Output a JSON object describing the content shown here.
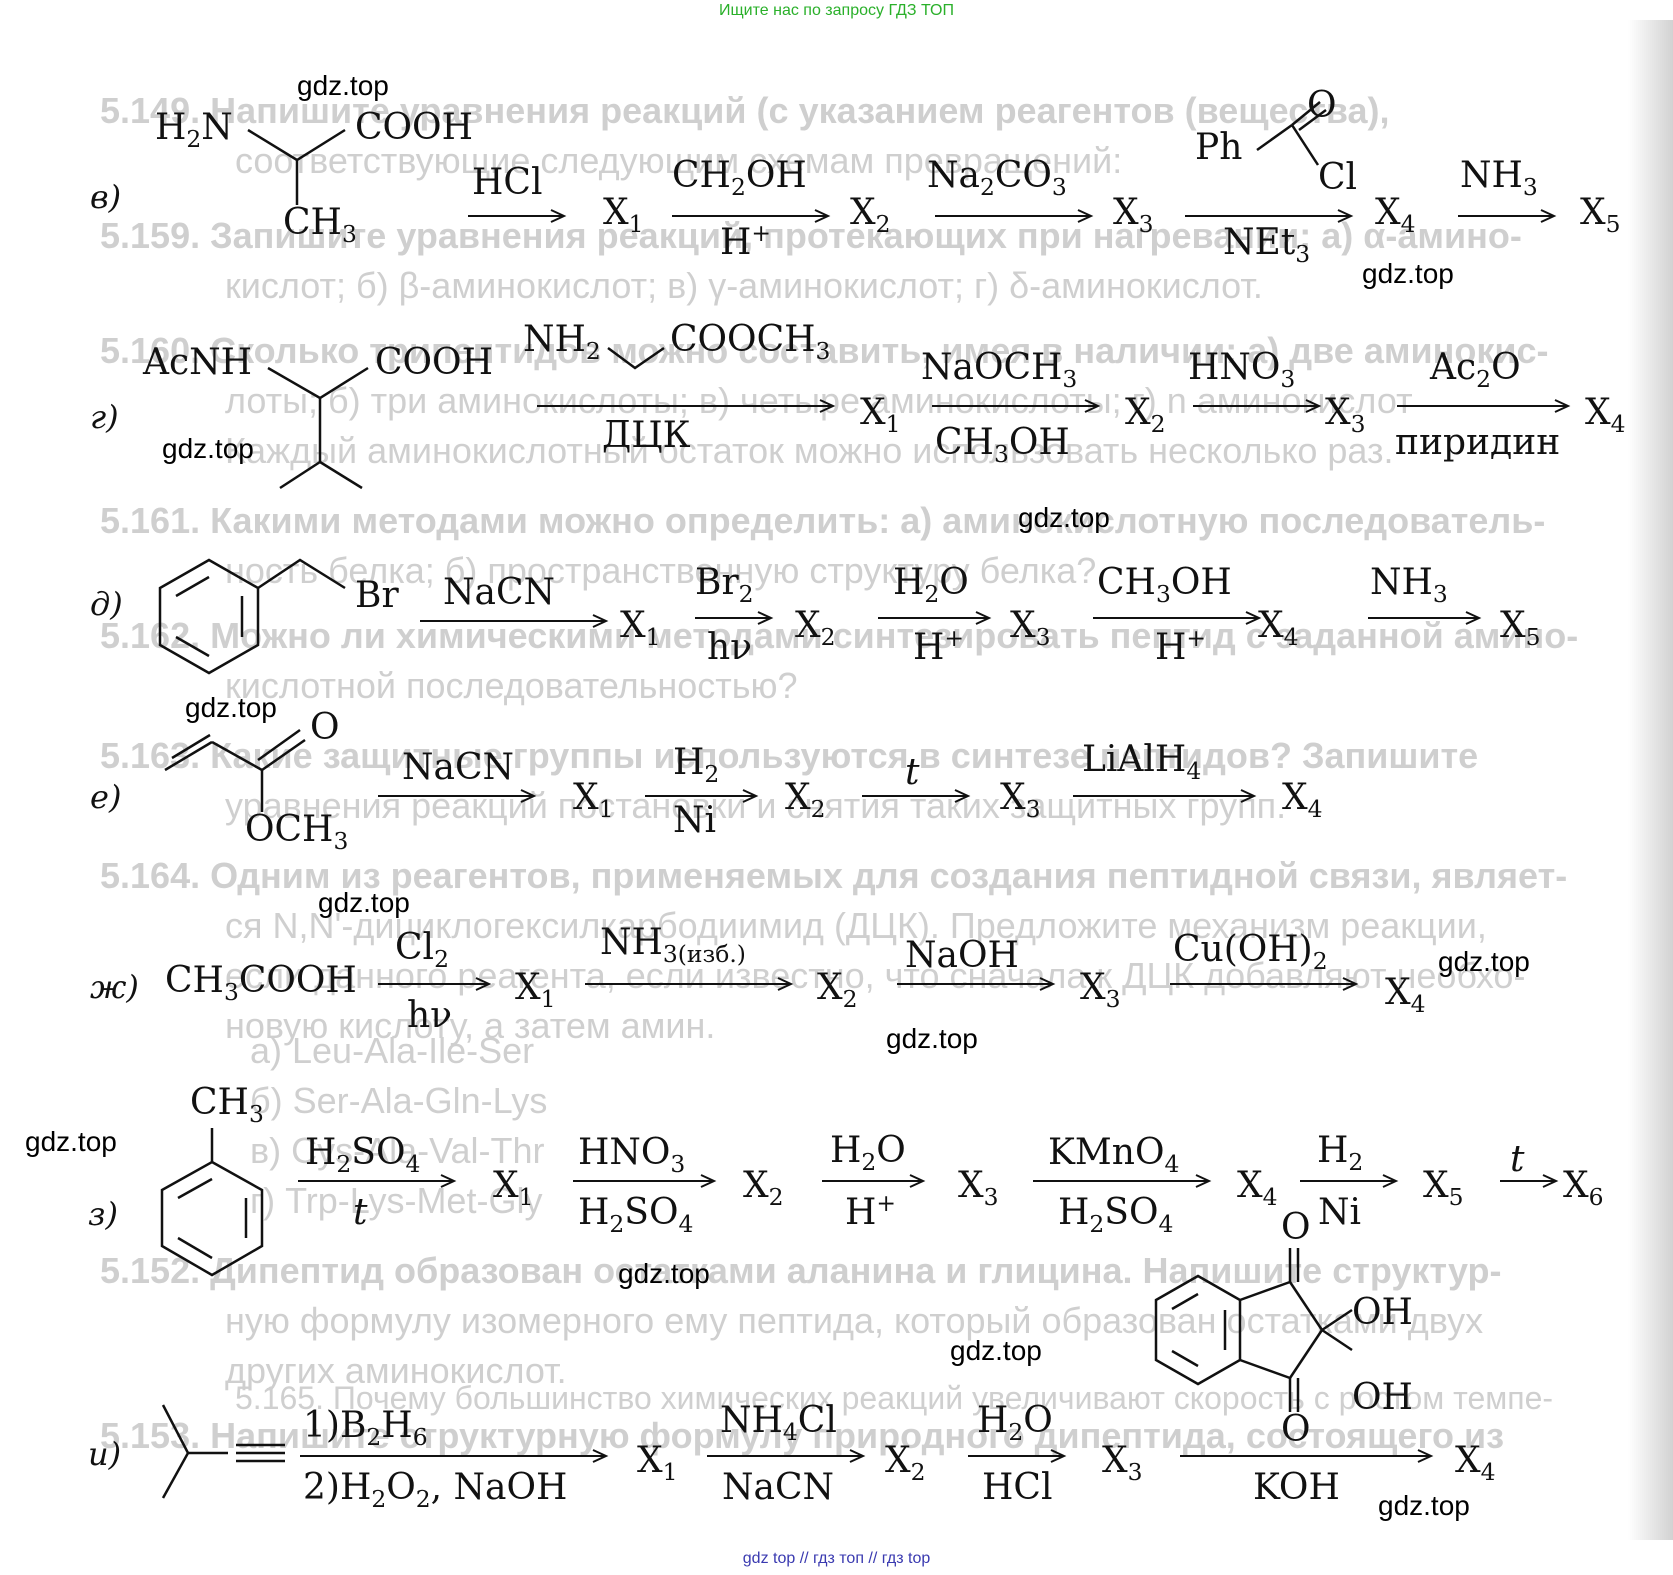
{
  "banner_top": "Ищите нас по запросу ГДЗ ТОП",
  "banner_bottom": "gdz top  //  гдз топ  //  гдз top",
  "watermark": "gdz.top",
  "background_text": [
    "5.149. Напишите уравнения реакций (с указанием реагентов (вещества),",
    "соответствующие следующим схемам превращений:",
    "5.159. Запишите уравнения реакций, протекающих при нагревании: а) α-амино-",
    "кислот; б) β-аминокислот; в) γ-аминокислот; г) δ-аминокислот.",
    "5.160. Сколько трипептидов можно составить, имея в наличии: а) две аминокис-",
    "лоты; б) три аминокислоты; в) четыре аминокислоты; г) n аминокислот",
    "Каждый аминокислотный остаток можно использовать несколько раз.",
    "5.161. Какими методами можно определить: а) аминокислотную последователь-",
    "ность белка; б) пространственную структуру белка?",
    "5.162. Можно ли химическими методами синтезировать пептид с заданной амино-",
    "кислотной последовательностью?",
    "5.163. Какие защитные группы используются в синтезе пептидов? Запишите",
    "уравнения реакций постановки и снятия таких защитных групп.",
    "5.164. Одним из реагентов, применяемых для создания пептидной связи, являет-",
    "ся N,N'-дициклогексилкарбодиимид (ДЦК). Предложите механизм реакции,",
    "если данного реагента, если известно, что сначала к ДЦК добавляют необхо-",
    "новую кислоту, а затем амин.",
    "а) Leu-Ala-Ile-Ser",
    "б) Ser-Ala-Gln-Lys",
    "в) Cys-Ala-Val-Thr",
    "г) Trp-Lys-Met-Gly",
    "5.152. Дипептид образован остатками аланина и глицина. Напишите структур-",
    "ную формулу изомерного ему пептида, который образован остатками двух",
    "других аминокислот.",
    "5.153. Напишите структурную формулу природного дипептида, состоящего из",
    "5.165. Почему большинство химических реакций увеличивают скорость с ростом темпе-"
  ],
  "labels": {
    "v": "в)",
    "g": "г)",
    "d": "д)",
    "e": "е)",
    "zh": "ж)",
    "z": "з)",
    "i": "и)"
  },
  "reaction_v": {
    "start_top": "H<sub>2</sub>N",
    "start_cooh": "COOH",
    "start_ch3": "CH<sub>3</sub>",
    "r1_above": "HCl",
    "x1": "X<sub>1</sub>",
    "r2_above": "CH<sub>2</sub>OH",
    "r2_below": "H<sup>+</sup>",
    "x2": "X<sub>2</sub>",
    "r3_above": "Na<sub>2</sub>CO<sub>3</sub>",
    "x3": "X<sub>3</sub>",
    "r4_o": "O",
    "r4_ph": "Ph",
    "r4_cl": "Cl",
    "r4_below": "NEt<sub>3</sub>",
    "x4": "X<sub>4</sub>",
    "r5_above": "NH<sub>3</sub>",
    "x5": "X<sub>5</sub>"
  },
  "reaction_g": {
    "start_acnh": "AcNH",
    "start_cooh": "COOH",
    "r1_nh2": "NH<sub>2</sub>",
    "r1_cooch3": "COOCH<sub>3</sub>",
    "r1_below": "ДЦК",
    "x1": "X<sub>1</sub>",
    "r2_above": "NaOCH<sub>3</sub>",
    "r2_below": "CH<sub>3</sub>OH",
    "x2": "X<sub>2</sub>",
    "r3_above": "HNO<sub>3</sub>",
    "x3": "X<sub>3</sub>",
    "r4_above": "Ac<sub>2</sub>O",
    "r4_below": "пиридин",
    "x4": "X<sub>4</sub>"
  },
  "reaction_d": {
    "start_br": "Br",
    "r1_above": "NaCN",
    "x1": "X<sub>1</sub>",
    "r2_above": "Br<sub>2</sub>",
    "r2_below": "hν",
    "x2": "X<sub>2</sub>",
    "r3_above": "H<sub>2</sub>O",
    "r3_below": "H<sup>+</sup>",
    "x3": "X<sub>3</sub>",
    "r4_above": "CH<sub>3</sub>OH",
    "r4_below": "H<sup>+</sup>",
    "x4": "X<sub>4</sub>",
    "r5_above": "NH<sub>3</sub>",
    "x5": "X<sub>5</sub>"
  },
  "reaction_e": {
    "start_o": "O",
    "start_och3": "OCH<sub>3</sub>",
    "r1_above": "NaCN",
    "x1": "X<sub>1</sub>",
    "r2_above": "H<sub>2</sub>",
    "r2_below": "Ni",
    "x2": "X<sub>2</sub>",
    "r3_above": "t",
    "x3": "X<sub>3</sub>",
    "r4_above": "LiAlH<sub>4</sub>",
    "x4": "X<sub>4</sub>"
  },
  "reaction_zh": {
    "start": "CH<sub>3</sub>COOH",
    "r1_above": "Cl<sub>2</sub>",
    "r1_below": "hν",
    "x1": "X<sub>1</sub>",
    "r2_above": "NH<sub>3(изб.)</sub>",
    "x2": "X<sub>2</sub>",
    "r3_above": "NaOH",
    "x3": "X<sub>3</sub>",
    "r4_above": "Cu(OH)<sub>2</sub>",
    "x4": "X<sub>4</sub>"
  },
  "reaction_z": {
    "start_ch3": "CH<sub>3</sub>",
    "r1_above": "H<sub>2</sub>SO<sub>4</sub>",
    "r1_below": "t",
    "x1": "X<sub>1</sub>",
    "r2_above": "HNO<sub>3</sub>",
    "r2_below": "H<sub>2</sub>SO<sub>4</sub>",
    "x2": "X<sub>2</sub>",
    "r3_above": "H<sub>2</sub>O",
    "r3_below": "H<sup>+</sup>",
    "x3": "X<sub>3</sub>",
    "r4_above": "KMnO<sub>4</sub>",
    "r4_below": "H<sub>2</sub>SO<sub>4</sub>",
    "x4": "X<sub>4</sub>",
    "r5_above": "H<sub>2</sub>",
    "r5_below": "Ni",
    "x5": "X<sub>5</sub>",
    "r6_above": "t",
    "x6": "X<sub>6</sub>"
  },
  "reaction_i": {
    "r1_above": "1)B<sub>2</sub>H<sub>6</sub>",
    "r1_below": "2)H<sub>2</sub>O<sub>2</sub>, NaOH",
    "x1": "X<sub>1</sub>",
    "r2_above": "NH<sub>4</sub>Cl",
    "r2_below": "NaCN",
    "x2": "X<sub>2</sub>",
    "r3_above": "H<sub>2</sub>O",
    "r3_below": "HCl",
    "x3": "X<sub>3</sub>",
    "r4_o_top": "O",
    "r4_oh1": "OH",
    "r4_oh2": "OH",
    "r4_o_bot": "O",
    "r4_below": "KOH",
    "x4": "X<sub>4</sub>"
  }
}
